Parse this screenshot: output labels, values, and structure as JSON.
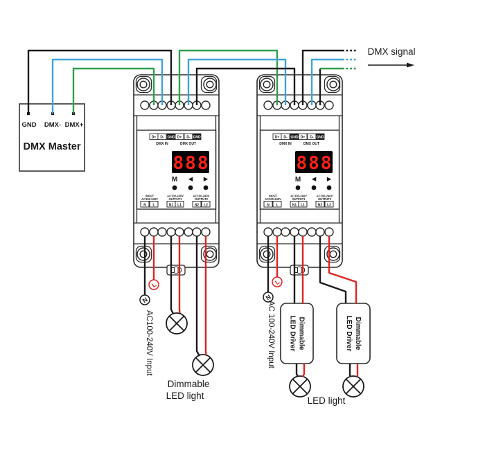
{
  "dmx_master": {
    "title": "DMX Master",
    "terminals": [
      "GND",
      "DMX-",
      "DMX+"
    ]
  },
  "signal": {
    "label": "DMX signal"
  },
  "devices": [
    {
      "display": "888",
      "menu": "M",
      "left": "◀",
      "right": "▶",
      "dmx_in_group": "DMX IN",
      "dmx_out_group": "DMX OUT",
      "dmx_terminals": [
        "D+",
        "D-",
        "GND",
        "D+",
        "D-",
        "GND"
      ],
      "input_caption1": "INPUT",
      "input_caption2": "AC100-240V",
      "input_terminals": [
        "N",
        "L"
      ],
      "output1_caption1": "AC100-240V",
      "output1_caption2": "OUTPUT1",
      "output1_terminals": [
        "N1",
        "L1"
      ],
      "output2_caption1": "AC100-240V",
      "output2_caption2": "OUTPUT2",
      "output2_terminals": [
        "N2",
        "L2"
      ],
      "ac_input_label": "AC100-240V Input",
      "neutral_marker": "N",
      "live_marker": "L"
    },
    {
      "display": "888",
      "menu": "M",
      "left": "◀",
      "right": "▶",
      "dmx_in_group": "DMX IN",
      "dmx_out_group": "DMX OUT",
      "dmx_terminals": [
        "D+",
        "D-",
        "GND",
        "D+",
        "D-",
        "GND"
      ],
      "input_caption1": "INPUT",
      "input_caption2": "AC100-240V",
      "input_terminals": [
        "N",
        "L"
      ],
      "output1_caption1": "AC100-240V",
      "output1_caption2": "OUTPUT1",
      "output1_terminals": [
        "N1",
        "L1"
      ],
      "output2_caption1": "AC100-240V",
      "output2_caption2": "OUTPUT2",
      "output2_terminals": [
        "N2",
        "L2"
      ],
      "ac_input_label": "AC 100-240V Input",
      "neutral_marker": "N",
      "live_marker": "L"
    }
  ],
  "loads": {
    "device1_light_caption_line1": "Dimmable",
    "device1_light_caption_line2": "LED light",
    "device2_light_caption": "LED light",
    "drivers": [
      {
        "line1": "Dimmable",
        "line2": "LED Driver"
      },
      {
        "line1": "Dimmable",
        "line2": "LED Driver"
      }
    ]
  },
  "colors": {
    "wire_black": "#1a1a1a",
    "wire_blue": "#3fa3dc",
    "wire_green": "#2ea04c",
    "wire_red": "#e02320",
    "display_digits": "#ff2114",
    "display_bg": "#000000"
  }
}
